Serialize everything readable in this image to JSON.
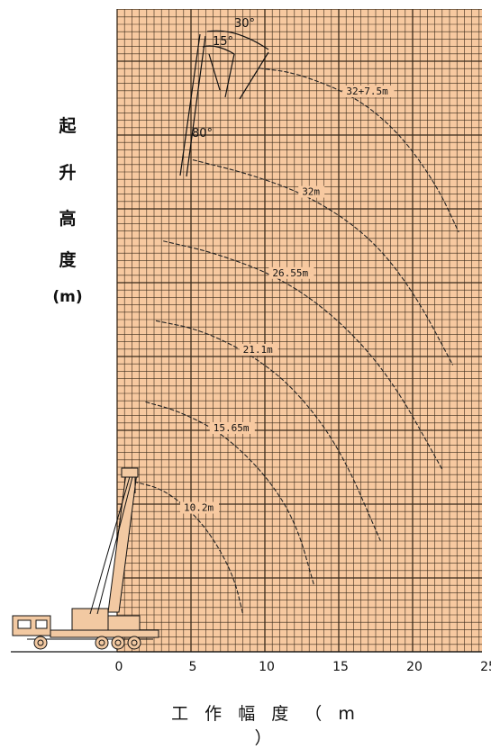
{
  "y_axis_label": {
    "chars": [
      "起",
      "升",
      "高",
      "度"
    ],
    "unit": "(m)"
  },
  "x_axis_label": "工 作 幅 度 （ m ）",
  "colors": {
    "grid_bg": "#f7c9a0",
    "grid_line": "#3a2a1a",
    "curve": "#222222",
    "crane": "#f2c9a2"
  },
  "chart_data": {
    "type": "line",
    "title": "",
    "xlabel": "工作幅度（m）",
    "ylabel": "起升高度（m）",
    "xlim": [
      0,
      25
    ],
    "xticks": [
      "0",
      "5",
      "10",
      "15",
      "20",
      "25"
    ],
    "grid": true,
    "angle_labels": [
      "30°",
      "15°",
      "80°"
    ],
    "series": [
      {
        "name": "10.2m",
        "x": [
          1.0,
          3.0,
          5.0,
          6.5,
          7.8,
          8.4
        ],
        "y": [
          10.3,
          9.8,
          8.2,
          6.3,
          3.8,
          1.3
        ]
      },
      {
        "name": "15.65m",
        "x": [
          1.8,
          4.0,
          7.0,
          10.0,
          12.0,
          13.2
        ],
        "y": [
          15.7,
          15.1,
          13.6,
          10.7,
          7.5,
          3.3
        ]
      },
      {
        "name": "21.1m",
        "x": [
          2.5,
          5.5,
          9.0,
          12.0,
          15.0,
          17.7
        ],
        "y": [
          21.2,
          20.6,
          18.9,
          16.5,
          12.5,
          6.3
        ]
      },
      {
        "name": "26.55m",
        "x": [
          3.0,
          6.5,
          11.0,
          15.0,
          18.5,
          21.9
        ],
        "y": [
          26.6,
          25.8,
          24.1,
          21.2,
          17.2,
          11.1
        ]
      },
      {
        "name": "32m",
        "x": [
          5.0,
          9.0,
          13.0,
          17.0,
          20.0,
          22.6
        ],
        "y": [
          32.1,
          31.1,
          29.6,
          26.9,
          23.1,
          18.2
        ]
      },
      {
        "name": "32+7.5m",
        "x": [
          9.5,
          12.0,
          16.0,
          19.0,
          21.5,
          23.0
        ],
        "y": [
          38.3,
          38.0,
          36.4,
          33.9,
          30.4,
          27.2
        ]
      }
    ]
  }
}
